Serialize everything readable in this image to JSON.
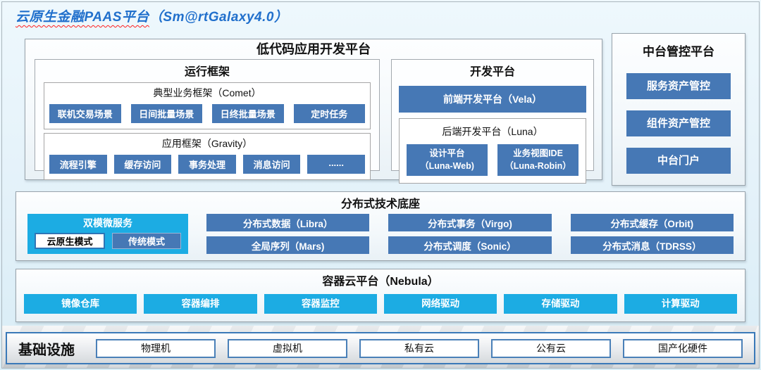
{
  "title": {
    "cn": "云原生金融PAAS平台",
    "en": "（Sm@rtGalaxy4.0）"
  },
  "colors": {
    "steel_blue": "#4678B5",
    "cyan": "#1CACE3",
    "title_blue": "#2170CC",
    "frame_blue": "#2E75B6"
  },
  "low_code": {
    "title": "低代码应用开发平台",
    "runtime": {
      "title": "运行框架",
      "comet": {
        "title": "典型业务框架（Comet）",
        "items": [
          "联机交易场景",
          "日间批量场景",
          "日终批量场景",
          "定时任务"
        ]
      },
      "gravity": {
        "title": "应用框架（Gravity）",
        "items": [
          "流程引擎",
          "缓存访问",
          "事务处理",
          "消息访问",
          "......"
        ]
      }
    },
    "dev": {
      "title": "开发平台",
      "frontend": "前端开发平台（Vela）",
      "backend": {
        "title": "后端开发平台（Luna）",
        "items": [
          {
            "line1": "设计平台",
            "line2": "（Luna-Web)"
          },
          {
            "line1": "业务视图IDE",
            "line2": "（Luna-Robin）"
          }
        ]
      }
    }
  },
  "mid_platform": {
    "title": "中台管控平台",
    "items": [
      "服务资产管控",
      "组件资产管控",
      "中台门户"
    ]
  },
  "distributed": {
    "title": "分布式技术底座",
    "dual_mode": {
      "title": "双模微服务",
      "modes": [
        "云原生模式",
        "传统模式"
      ]
    },
    "items": [
      "分布式数据（Libra）",
      "分布式事务（Virgo)",
      "分布式缓存（Orbit)",
      "全局序列（Mars)",
      "分布式调度（Sonic）",
      "分布式消息（TDRSS）"
    ]
  },
  "container_platform": {
    "title": "容器云平台（Nebula）",
    "items": [
      "镜像仓库",
      "容器编排",
      "容器监控",
      "网络驱动",
      "存储驱动",
      "计算驱动"
    ]
  },
  "infrastructure": {
    "title": "基础设施",
    "items": [
      "物理机",
      "虚拟机",
      "私有云",
      "公有云",
      "国产化硬件"
    ]
  }
}
